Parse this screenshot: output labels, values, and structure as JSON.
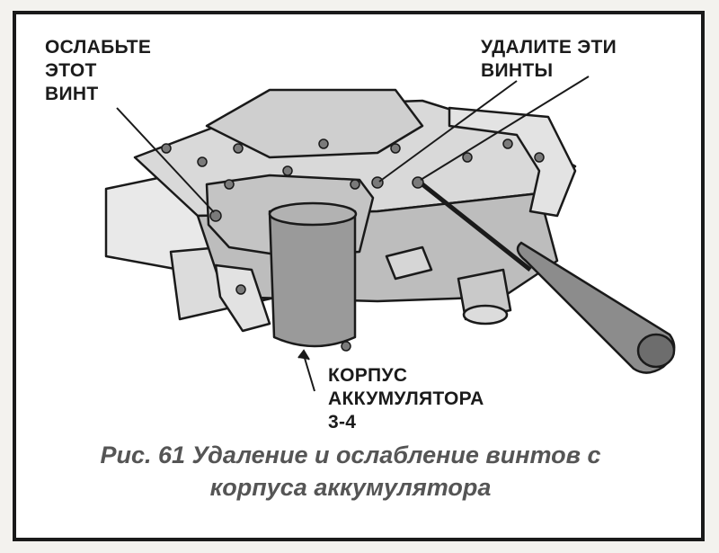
{
  "labels": {
    "loosen": [
      "ОСЛАБЬТЕ",
      "ЭТОТ",
      "ВИНТ"
    ],
    "remove": [
      "УДАЛИТЕ ЭТИ",
      "ВИНТЫ"
    ],
    "housing": [
      "КОРПУС",
      "АККУМУЛЯТОРА",
      "3-4"
    ]
  },
  "caption": {
    "line1": "Рис. 61 Удаление и ослабление винтов с",
    "line2": "корпуса аккумулятора"
  }
}
